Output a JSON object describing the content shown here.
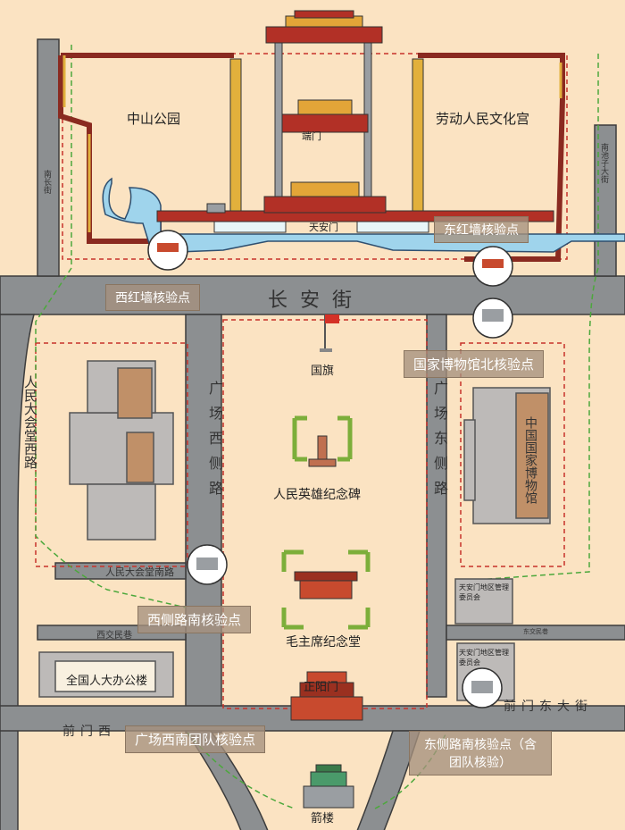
{
  "places": {
    "zhongshan_park": "中山公园",
    "workers_cultural_palace": "劳动人民文化宫",
    "duanmen": "端门",
    "tiananmen": "天安门",
    "changan_street": "长安街",
    "national_flag": "国旗",
    "monument": "人民英雄纪念碑",
    "mausoleum": "毛主席纪念堂",
    "zhengyangmen": "正阳门",
    "jianlou": "箭楼",
    "npc_office": "全国人大办公楼",
    "national_museum": "中国国家博物馆",
    "district_gov": "天安门地区管理委员会",
    "district_management": "天安门地区管理委员会"
  },
  "roads": {
    "square_west_road": "广场西侧路",
    "square_east_road": "广场东侧路",
    "great_hall_west_road": "人民大会堂西路",
    "nanchang_street": "南长街",
    "nanheyan_street": "南池子大街",
    "great_hall_south_road": "人民大会堂南路",
    "xijiaominxiang": "西交民巷",
    "dongjiaominxiang": "东交民巷",
    "qianmen_west_street": "前门西",
    "qianmen_east_street": "前门东大街"
  },
  "checkpoints": {
    "east_red_wall": "东红墙核验点",
    "west_red_wall": "西红墙核验点",
    "museum_north": "国家博物馆北核验点",
    "west_road_south": "西侧路南核验点",
    "square_southwest_group": "广场西南团队核验点",
    "east_road_south": "东侧路南核验点（含团队核验）"
  },
  "colors": {
    "background": "#fbe3c2",
    "road": "#8c8f91",
    "palace_red": "#b23026",
    "roof_gold": "#e3a538",
    "check_zone_border": "#c8332b",
    "walking_route": "#4ca83c",
    "moat": "#9fd4ec",
    "checkpoint_badge": "#a5917d"
  }
}
